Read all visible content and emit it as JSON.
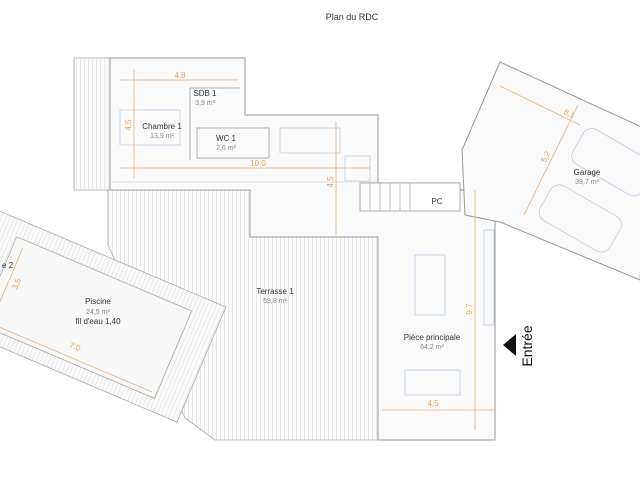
{
  "title": "Plan du RDC",
  "rooms": {
    "sdb1": {
      "name": "SDB 1",
      "area": "3,9 m²"
    },
    "chambre1": {
      "name": "Chambre 1",
      "area": "13,9 m²"
    },
    "wc1": {
      "name": "WC 1",
      "area": "2,6 m²"
    },
    "pc": {
      "name": "PC"
    },
    "garage": {
      "name": "Garage",
      "area": "39,7 m²"
    },
    "terrasse1": {
      "name": "Terrasse 1",
      "area": "59,8 m²"
    },
    "piscine": {
      "name": "Piscine",
      "area": "24,5 m²",
      "note": "fil d'eau 1,40"
    },
    "piece_principale": {
      "name": "Pièce principale",
      "area": "64,2 m²"
    },
    "cut_label": "e 2"
  },
  "dimensions": {
    "chambre_width": "4,8",
    "chambre_depth": "4,5",
    "north_length": "10,0",
    "sejour_depth": "4,5",
    "garage_length": "8,1",
    "garage_width": "5,2",
    "piscine_width": "3,5",
    "piscine_length": "7,0",
    "piece_length": "9,7",
    "piece_width": "4,5"
  },
  "entrance": {
    "label": "Entrée"
  }
}
